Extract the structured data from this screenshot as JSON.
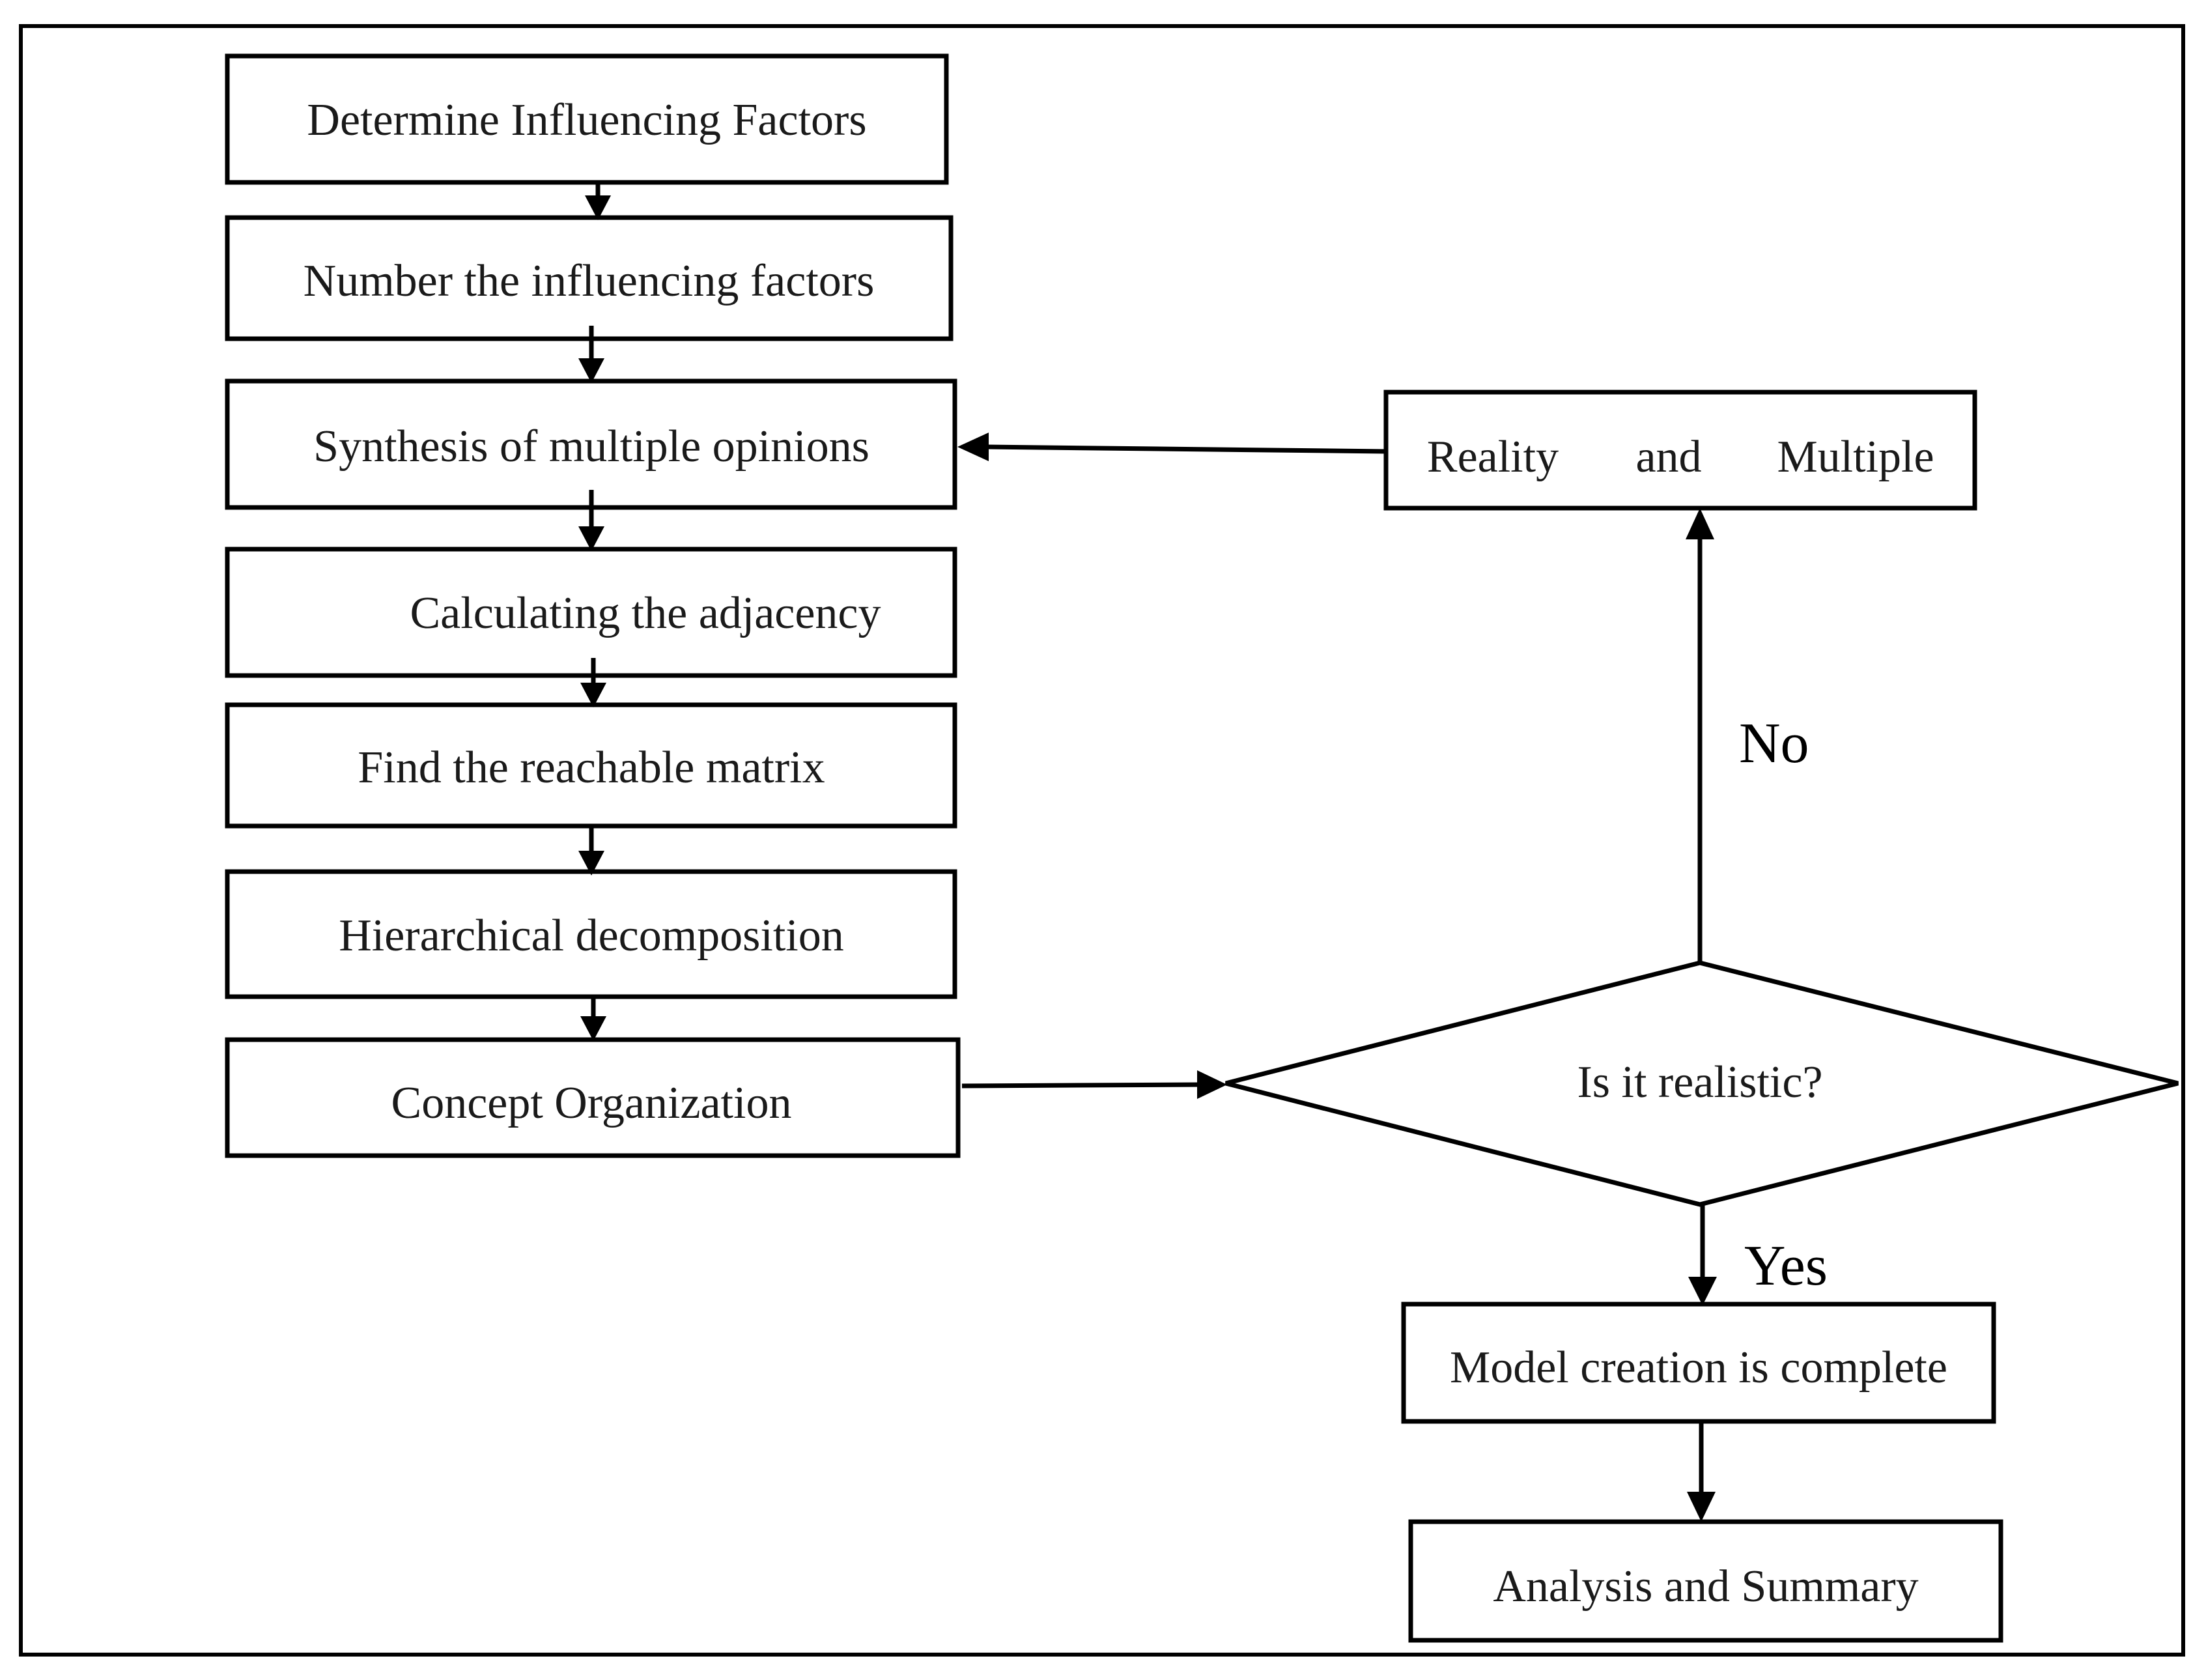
{
  "diagram": {
    "type": "flowchart",
    "nodes": {
      "determine_factors": "Determine Influencing Factors",
      "number_factors": "Number the influencing factors",
      "synthesis_opinions": "Synthesis of multiple opinions",
      "calc_adjacency": "Calculating the adjacency",
      "reachable_matrix": "Find the reachable matrix",
      "hier_decomposition": "Hierarchical decomposition",
      "concept_org": "Concept Organization",
      "is_realistic": "Is it realistic?",
      "reality_multiple": [
        "Reality",
        "and",
        "Multiple"
      ],
      "model_complete": "Model creation is complete",
      "analysis_summary": "Analysis and Summary"
    },
    "edge_labels": {
      "no": "No",
      "yes": "Yes"
    },
    "edges": [
      {
        "from": "determine_factors",
        "to": "number_factors"
      },
      {
        "from": "number_factors",
        "to": "synthesis_opinions"
      },
      {
        "from": "synthesis_opinions",
        "to": "calc_adjacency"
      },
      {
        "from": "calc_adjacency",
        "to": "reachable_matrix"
      },
      {
        "from": "reachable_matrix",
        "to": "hier_decomposition"
      },
      {
        "from": "hier_decomposition",
        "to": "concept_org"
      },
      {
        "from": "concept_org",
        "to": "is_realistic"
      },
      {
        "from": "is_realistic",
        "to": "reality_multiple",
        "label": "No"
      },
      {
        "from": "reality_multiple",
        "to": "synthesis_opinions"
      },
      {
        "from": "is_realistic",
        "to": "model_complete",
        "label": "Yes"
      },
      {
        "from": "model_complete",
        "to": "analysis_summary"
      }
    ]
  }
}
